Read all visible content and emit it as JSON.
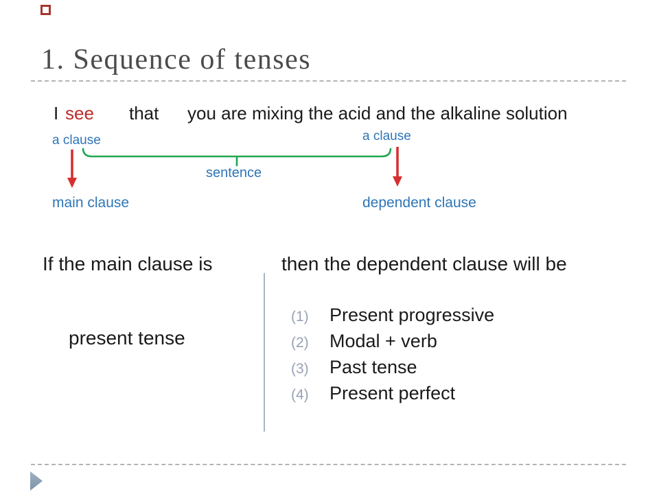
{
  "slide": {
    "title": "1. Sequence of tenses",
    "sentence": {
      "subject": "I",
      "verb": "see",
      "conjunction": "that",
      "rest": "you are mixing the acid and the alkaline solution"
    },
    "diagram": {
      "clause_label_left": "a clause",
      "clause_label_right": "a clause",
      "sentence_label": "sentence",
      "main_clause_label": "main clause",
      "dependent_clause_label": "dependent clause",
      "icons": [
        "brace-icon",
        "down-arrow-icon",
        "down-arrow-icon"
      ]
    },
    "condition": {
      "left_header": "If the main clause is",
      "right_header": "then the dependent clause will be",
      "left_value": "present tense"
    },
    "options": [
      {
        "num": "(1)",
        "text": "Present progressive"
      },
      {
        "num": "(2)",
        "text": "Modal + verb"
      },
      {
        "num": "(3)",
        "text": "Past tense"
      },
      {
        "num": "(4)",
        "text": "Present perfect"
      }
    ],
    "footer": {
      "icon": "next-slide-triangle-icon"
    }
  },
  "colors": {
    "title_gray": "#4b4b4b",
    "verb_red": "#c02b2b",
    "label_blue": "#2e75b6",
    "bracket_green": "#1fa74f",
    "arrow_red": "#d63031",
    "option_number_gray": "#98a1b5",
    "divider_blue_gray": "#a9b3c6",
    "ornament_dark_red": "#a8352c",
    "footer_triangle_blue": "#869cb0"
  }
}
